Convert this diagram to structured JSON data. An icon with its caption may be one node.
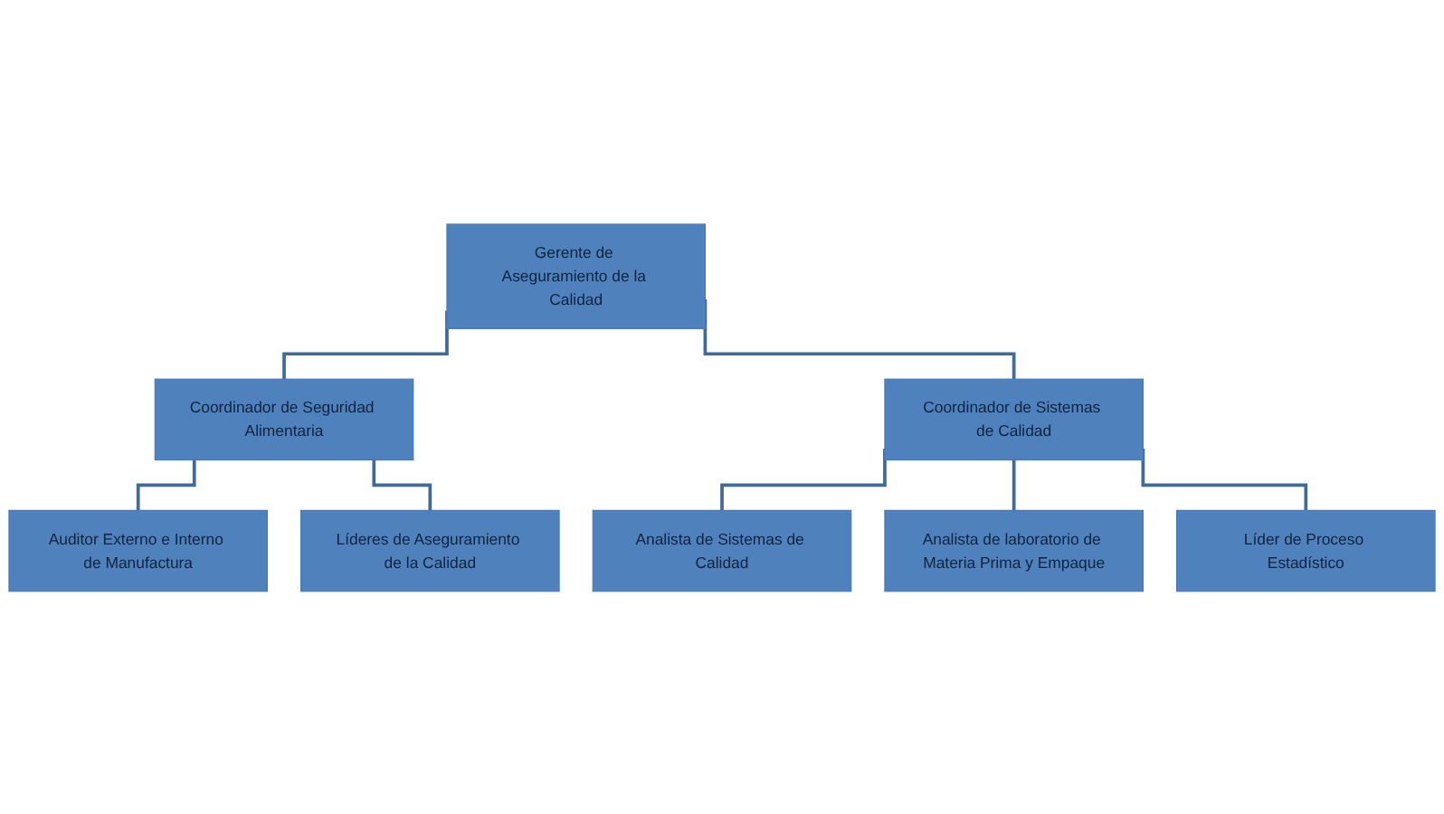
{
  "diagram": {
    "nodes": [
      {
        "text": [
          "Gerente de Aseguramiento de la Calidad"
        ]
      },
      {
        "text": [
          "Coordinador de Seguridad Alimentaria"
        ]
      },
      {
        "text": [
          "Coordinador de Sistemas de Calidad"
        ]
      },
      {
        "text": [
          "Auditor Externo e Interno de Manufactura"
        ]
      },
      {
        "text": [
          "Líderes de Aseguramiento de la Calidad"
        ]
      },
      {
        "text": [
          "Analista de Sistemas de Calidad"
        ]
      },
      {
        "text": [
          "Analista de laboratorio de Materia Prima y Empaque"
        ]
      },
      {
        "text": [
          "Líder de Proceso Estadístico"
        ]
      }
    ],
    "edges": [
      {
        "from": 0,
        "to": 1,
        "arrow": "none"
      },
      {
        "from": 0,
        "to": 2,
        "arrow": "none"
      },
      {
        "from": 1,
        "to": 3,
        "arrow": "none"
      },
      {
        "from": 1,
        "to": 4,
        "arrow": "none"
      },
      {
        "from": 2,
        "to": 5,
        "arrow": "none"
      },
      {
        "from": 2,
        "to": 6,
        "arrow": "none"
      },
      {
        "from": 2,
        "to": 7,
        "arrow": "none"
      }
    ]
  }
}
